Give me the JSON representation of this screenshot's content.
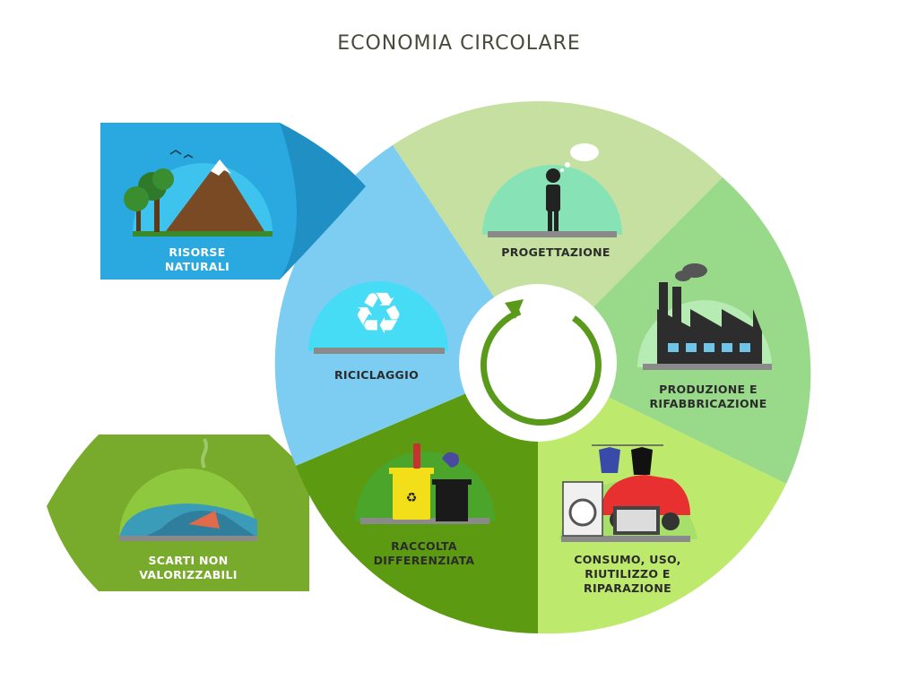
{
  "title": "ECONOMIA CIRCOLARE",
  "colors": {
    "progettazione": "#c5e0a0",
    "produzione": "#99d98a",
    "consumo": "#bde96d",
    "raccolta": "#5c9a12",
    "riciclaggio": "#7ccdf1",
    "risorse": "#2aa8e0",
    "scarti": "#78ab2c",
    "center_arrow": "#5a9a1a"
  },
  "stages": [
    {
      "id": "progettazione",
      "lines": [
        "PROGETTAZIONE"
      ],
      "icon": "thinking-person-icon"
    },
    {
      "id": "produzione",
      "lines": [
        "PRODUZIONE E",
        "RIFABBRICAZIONE"
      ],
      "icon": "factory-icon"
    },
    {
      "id": "consumo",
      "lines": [
        "CONSUMO, USO,",
        "RIUTILIZZO E",
        "RIPARAZIONE"
      ],
      "icon": "appliances-car-icon"
    },
    {
      "id": "raccolta",
      "lines": [
        "RACCOLTA",
        "DIFFERENZIATA"
      ],
      "icon": "recycle-bins-icon"
    },
    {
      "id": "riciclaggio",
      "lines": [
        "RICICLAGGIO"
      ],
      "icon": "recycle-symbol-icon"
    }
  ],
  "side": {
    "risorse": {
      "lines": [
        "RISORSE",
        "NATURALI"
      ],
      "icon": "mountain-trees-icon"
    },
    "scarti": {
      "lines": [
        "SCARTI NON",
        "VALORIZZABILI"
      ],
      "icon": "landfill-icon"
    }
  }
}
